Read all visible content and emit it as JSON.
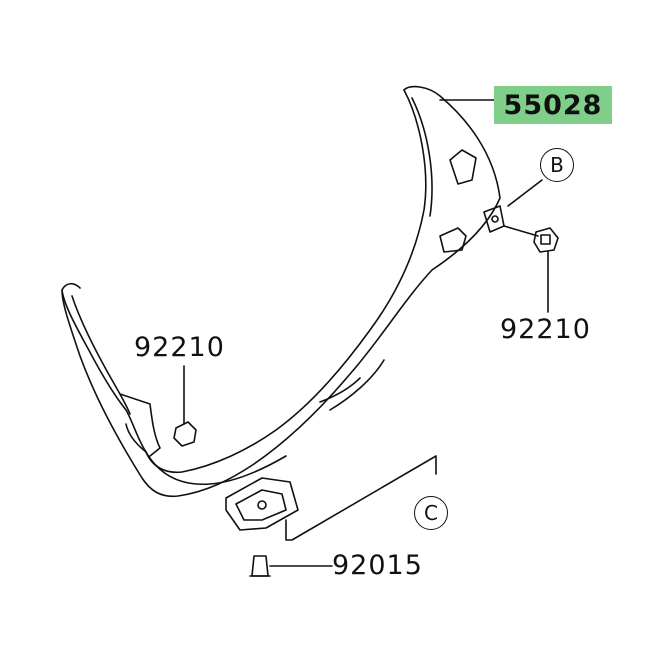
{
  "parts": {
    "main_part": "55028",
    "clip_right": "92210",
    "clip_left": "92210",
    "bolt": "92015"
  },
  "callouts": {
    "b": "B",
    "c": "C"
  },
  "colors": {
    "highlight": "#7fcf8a",
    "line": "#111111",
    "background": "#ffffff"
  }
}
